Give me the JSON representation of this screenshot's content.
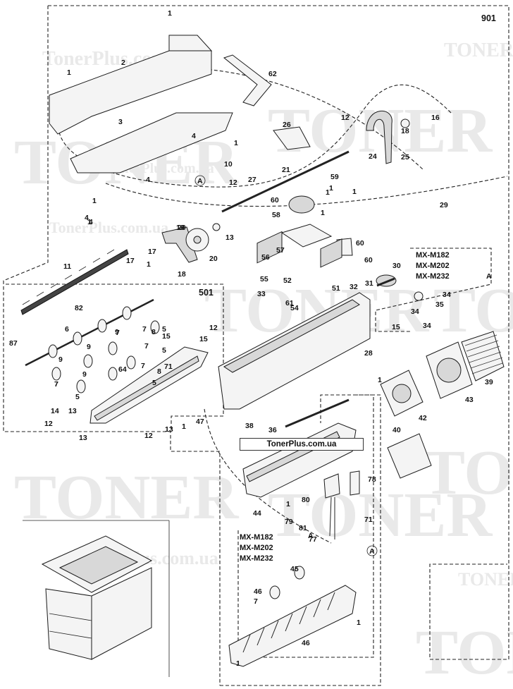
{
  "watermark": {
    "brand": "TONER",
    "site": "TonerPlus.com.ua"
  },
  "banner": "TonerPlus.com.ua",
  "boxes": {
    "outer": "901",
    "inner": "501"
  },
  "ref_marker": "A",
  "model_notes": [
    [
      "MX-M182",
      "MX-M202",
      "MX-M232"
    ],
    [
      "MX-M182",
      "MX-M202",
      "MX-M232"
    ]
  ],
  "callouts": [
    "1",
    "1",
    "1",
    "1",
    "1",
    "1",
    "1",
    "1",
    "1",
    "1",
    "1",
    "1",
    "1",
    "1",
    "1",
    "2",
    "3",
    "4",
    "4",
    "4",
    "4",
    "5",
    "5",
    "5",
    "5",
    "6",
    "7",
    "7",
    "7",
    "7",
    "7",
    "7",
    "7",
    "8",
    "8",
    "9",
    "9",
    "9",
    "9",
    "10",
    "11",
    "12",
    "12",
    "12",
    "12",
    "12",
    "13",
    "13",
    "13",
    "13",
    "14",
    "15",
    "15",
    "15",
    "16",
    "17",
    "17",
    "18",
    "18",
    "19",
    "20",
    "20",
    "21",
    "24",
    "25",
    "26",
    "27",
    "28",
    "29",
    "30",
    "31",
    "32",
    "33",
    "34",
    "34",
    "34",
    "35",
    "36",
    "38",
    "39",
    "40",
    "42",
    "43",
    "44",
    "45",
    "46",
    "46",
    "47",
    "51",
    "52",
    "54",
    "55",
    "56",
    "57",
    "58",
    "59",
    "60",
    "60",
    "60",
    "61",
    "62",
    "64",
    "71",
    "71",
    "77",
    "78",
    "79",
    "80",
    "81",
    "82",
    "87",
    "87"
  ]
}
